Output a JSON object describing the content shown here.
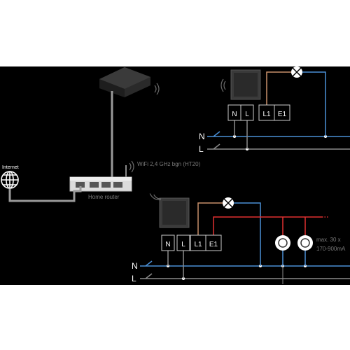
{
  "labels": {
    "internet": "Internet",
    "wifi": "WiFi 2,4 GHz bgn (HT20)",
    "router": "Home router",
    "top_terminals": [
      "N",
      "L",
      "L1",
      "E1"
    ],
    "bottom_terminals": [
      "N",
      "L",
      "L1",
      "E1"
    ],
    "top_bus_n": "N",
    "top_bus_l": "L",
    "bottom_bus_n": "N",
    "bottom_bus_l": "L",
    "max_load_line1": "max. 30 x",
    "max_load_line2": "170-900mA"
  },
  "colors": {
    "background": "#000000",
    "page": "#ffffff",
    "neutral_wire": "#4a8fd6",
    "live_wire": "#e03030",
    "load_wire": "#c8906a",
    "bus_wire": "#8a8a8a",
    "ethernet_cable": "#9a9a9a",
    "device_body": "#2e2e2e",
    "text_dim": "#7a7a7a"
  },
  "icons": [
    "globe-icon",
    "wifi-signal-icon",
    "lamp-icon",
    "led-light-icon",
    "router-icon",
    "hub-icon",
    "wall-switch-icon"
  ]
}
